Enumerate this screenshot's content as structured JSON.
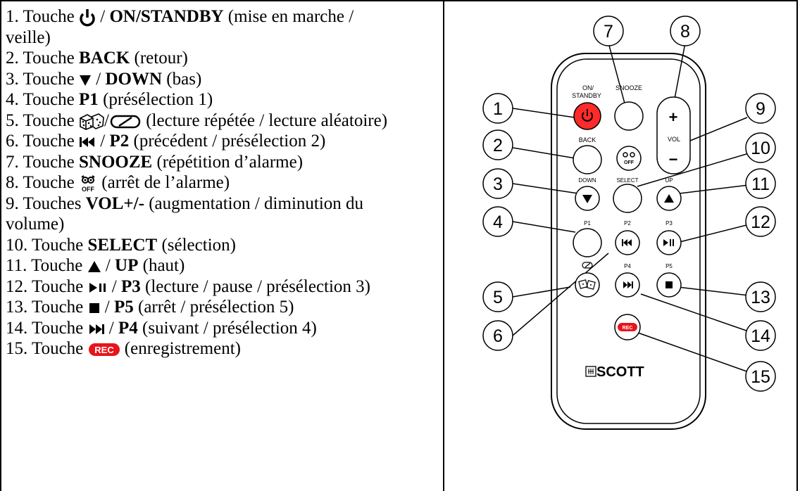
{
  "items": [
    {
      "num": "1. Touche ",
      "sep": " / ",
      "key": "ON/STANDBY",
      "desc": " (mise en marche / veille)",
      "icon": "power-icon"
    },
    {
      "num": "2. Touche ",
      "key": "BACK",
      "desc": " (retour)"
    },
    {
      "num": "3. Touche ",
      "sep": " / ",
      "key": "DOWN",
      "desc": " (bas)",
      "icon": "triangle-down-icon"
    },
    {
      "num": "4. Touche ",
      "key": "P1",
      "desc": " (présélection 1)"
    },
    {
      "num": "5. Touche ",
      "sep": "/",
      "desc": " (lecture répétée / lecture aléatoire)",
      "icon": "dice-shuffle-icon"
    },
    {
      "num": "6. Touche ",
      "sep": " / ",
      "key": "P2",
      "desc": " (précédent / présélection 2)",
      "icon": "skip-back-icon"
    },
    {
      "num": "7. Touche ",
      "key": "SNOOZE",
      "desc": " (répétition d’alarme)"
    },
    {
      "num": "8.  Touche ",
      "desc": " (arrêt de l’alarme)",
      "icon": "alarm-off-icon",
      "icon_label": "OFF"
    },
    {
      "num": "9. Touches ",
      "key": "VOL+/-",
      "desc": " (augmentation / diminution du volume)"
    },
    {
      "num": "10. Touche ",
      "key": "SELECT",
      "desc": " (sélection)"
    },
    {
      "num": "11. Touche ",
      "sep": " / ",
      "key": "UP",
      "desc": " (haut)",
      "icon": "triangle-up-icon"
    },
    {
      "num": "12. Touche ",
      "sep": " / ",
      "key": "P3",
      "desc": " (lecture / pause / présélection 3)",
      "icon": "play-pause-icon"
    },
    {
      "num": "13. Touche ",
      "sep": " / ",
      "key": "P5",
      "desc": " (arrêt / présélection 5)",
      "icon": "stop-icon"
    },
    {
      "num": "14. Touche ",
      "sep": " / ",
      "key": "P4",
      "desc": " (suivant / présélection 4)",
      "icon": "skip-forward-icon"
    },
    {
      "num": "15. Touche ",
      "desc": " (enregistrement)",
      "icon": "rec-icon",
      "icon_label": "REC"
    }
  ],
  "remote": {
    "labels": {
      "on": "ON/",
      "standby": "STANDBY",
      "snooze": "SNOOZE",
      "back": "BACK",
      "vol": "VOL",
      "plus": "+",
      "minus": "−",
      "off": "OFF",
      "down": "DOWN",
      "select": "SELECT",
      "up": "UP",
      "p1": "P1",
      "p2": "P2",
      "p3": "P3",
      "p4": "P4",
      "p5": "P5",
      "rec": "REC",
      "brand": "SCOTT"
    },
    "callouts": [
      "1",
      "2",
      "3",
      "4",
      "5",
      "6",
      "7",
      "8",
      "9",
      "10",
      "11",
      "12",
      "13",
      "14",
      "15"
    ],
    "colors": {
      "power": "#ff2a2a",
      "rec": "#e8141b"
    }
  }
}
